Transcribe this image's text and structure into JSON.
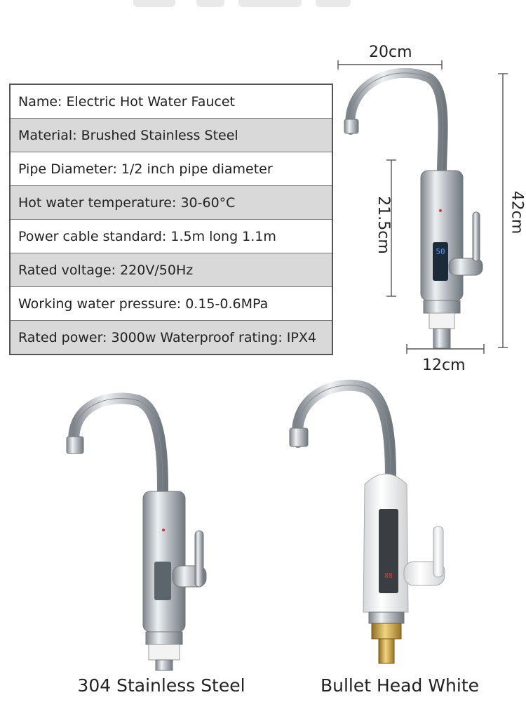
{
  "specs": [
    "Name: Electric Hot Water Faucet",
    "Material: Brushed Stainless Steel",
    "Pipe Diameter: 1/2 inch pipe diameter",
    "Hot water temperature: 30-60°C",
    "Power cable standard: 1.5m long 1.1m",
    "Rated voltage: 220V/50Hz",
    "Working water pressure: 0.15-0.6MPa",
    "Rated power: 3000w Waterproof rating: IPX4"
  ],
  "dimensions": {
    "width_top": "20cm",
    "height_body": "21.5cm",
    "height_total": "42cm",
    "width_bottom": "12cm"
  },
  "display_readout": "50",
  "variants": [
    {
      "label": "304 Stainless Steel"
    },
    {
      "label": "Bullet Head White"
    }
  ],
  "colors": {
    "steel": "#c8ccd0",
    "white_body": "#f4f4f4",
    "display": "#1c2a3a",
    "display_digits": "#3fa0ff",
    "brass": "#c8a24a"
  }
}
